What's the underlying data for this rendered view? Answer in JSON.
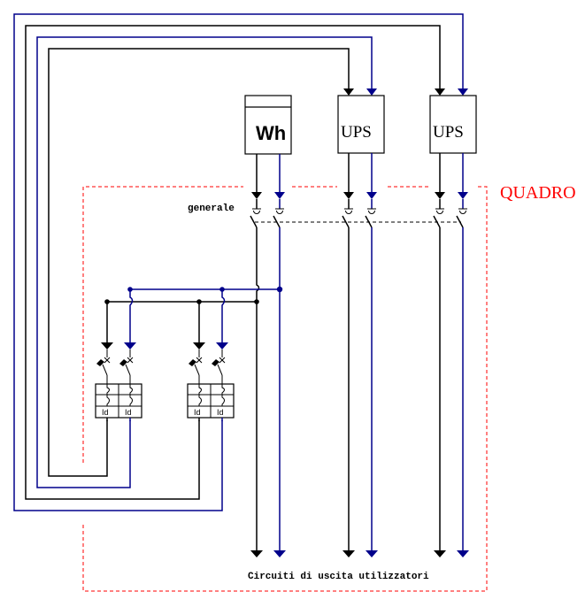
{
  "diagram": {
    "type": "electrical-single-line-schematic",
    "enclosure_label": "QUADRO",
    "main_switch_label": "generale",
    "outputs_label": "Circuiti di uscita utilizzatori",
    "meter": {
      "label": "Wh"
    },
    "ups_units": [
      {
        "label": "UPS"
      },
      {
        "label": "UPS"
      }
    ],
    "rcd_breakers": [
      {
        "label": "Id"
      },
      {
        "label": "Id"
      },
      {
        "label": "Id"
      },
      {
        "label": "Id"
      }
    ],
    "colors": {
      "phase": "#000000",
      "neutral": "#00008b",
      "enclosure": "#ff0000"
    }
  }
}
